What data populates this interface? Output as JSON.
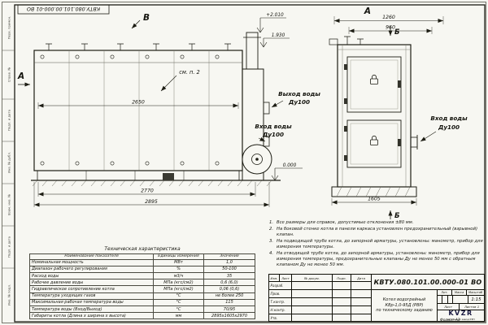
{
  "frame": {
    "doc_number_top": "КВТУ.080.101.00.000-01 ВО",
    "side_labels": [
      "Перв. примен.",
      "Справ. №",
      "Подп. и дата",
      "Инв. № дубл.",
      "Взам. инв. №",
      "Подп. и дата",
      "Инв. № подл."
    ],
    "format_label": "Формат А3"
  },
  "drawing": {
    "view_a": "А",
    "view_v": "В",
    "section_b": "Б",
    "see_note": "см. п. 2",
    "elev_top": "+2.010",
    "elev_mid": "1.930",
    "elev_zero": "0.000",
    "dim_2650": "2650",
    "dim_2770": "2770",
    "dim_2895": "2895",
    "dim_1260": "1260",
    "dim_960": "960",
    "dim_1605": "1605",
    "outlet_label": "Выход воды",
    "outlet_dn": "Ду100",
    "inlet_label": "Вход воды",
    "inlet_dn": "Ду100",
    "inlet_right_label": "Вход воды",
    "inlet_right_dn": "Ду100"
  },
  "notes": {
    "items": [
      {
        "num": "1.",
        "text": "Все размеры для справок, допустимые отклонения ±80 мм."
      },
      {
        "num": "2.",
        "text": "На боковой стенке котла в панели каркаса установлен предохранительный (взрывной) клапан."
      },
      {
        "num": "3.",
        "text": "На подводящей трубе котла, до запорной арматуры, установлены: манометр, прибор для измерения температуры."
      },
      {
        "num": "4.",
        "text": "На отводящей трубе котла, до запорной арматуры, установлены: манометр, прибор для измерения температуры, предохранительные клапаны Ду не менее 50 мм с обратным клапаном Ду не менее 50 мм."
      }
    ]
  },
  "spec_table": {
    "title": "Техническая характеристика",
    "headers": [
      "Наименование показателя",
      "Единицы измерения",
      "Значение"
    ],
    "rows": [
      {
        "name": "Номинальная мощность",
        "unit": "МВт",
        "value": "1,0"
      },
      {
        "name": "Диапазон рабочего регулирования",
        "unit": "%",
        "value": "50-100"
      },
      {
        "name": "Расход воды",
        "unit": "м3/ч",
        "value": "35"
      },
      {
        "name": "Рабочее давление воды",
        "unit": "МПа (кгс/см2)",
        "value": "0,6 (6,0)"
      },
      {
        "name": "Гидравлическое сопротивление котла",
        "unit": "МПа (кгс/см2)",
        "value": "0,06 (0,6)"
      },
      {
        "name": "Температура уходящих газов",
        "unit": "°С",
        "value": "не более 250"
      },
      {
        "name": "Максимальная рабочая температура воды",
        "unit": "°С",
        "value": "115"
      },
      {
        "name": "Температура воды (Вход/Выход)",
        "unit": "°С",
        "value": "70/95"
      },
      {
        "name": "Габариты котла (Длина х ширина х высота)",
        "unit": "мм",
        "value": "2895х1605х2970"
      }
    ]
  },
  "titleblock": {
    "doc_number": "КВТУ.080.101.00.000-01 ВО",
    "product_name": "Котел водогрейный",
    "product_name2": "КВр-1,0-95Д (РВР)",
    "product_name3": "по техническому заданию",
    "header_cells": [
      "Изм.",
      "Лист",
      "№ докум.",
      "Подп.",
      "Дата"
    ],
    "row_labels": [
      "Разраб.",
      "Пров.",
      "Т.контр.",
      "Н.контр.",
      "Утв."
    ],
    "lit_label": "Лит.",
    "mass_label": "Масса",
    "scale_label": "Масштаб",
    "scale_value": "1:15",
    "sheet_label": "Лист",
    "sheets_label": "Листов 1",
    "company_logo": "KVZR",
    "company_name": "котельный завод РЭП"
  }
}
